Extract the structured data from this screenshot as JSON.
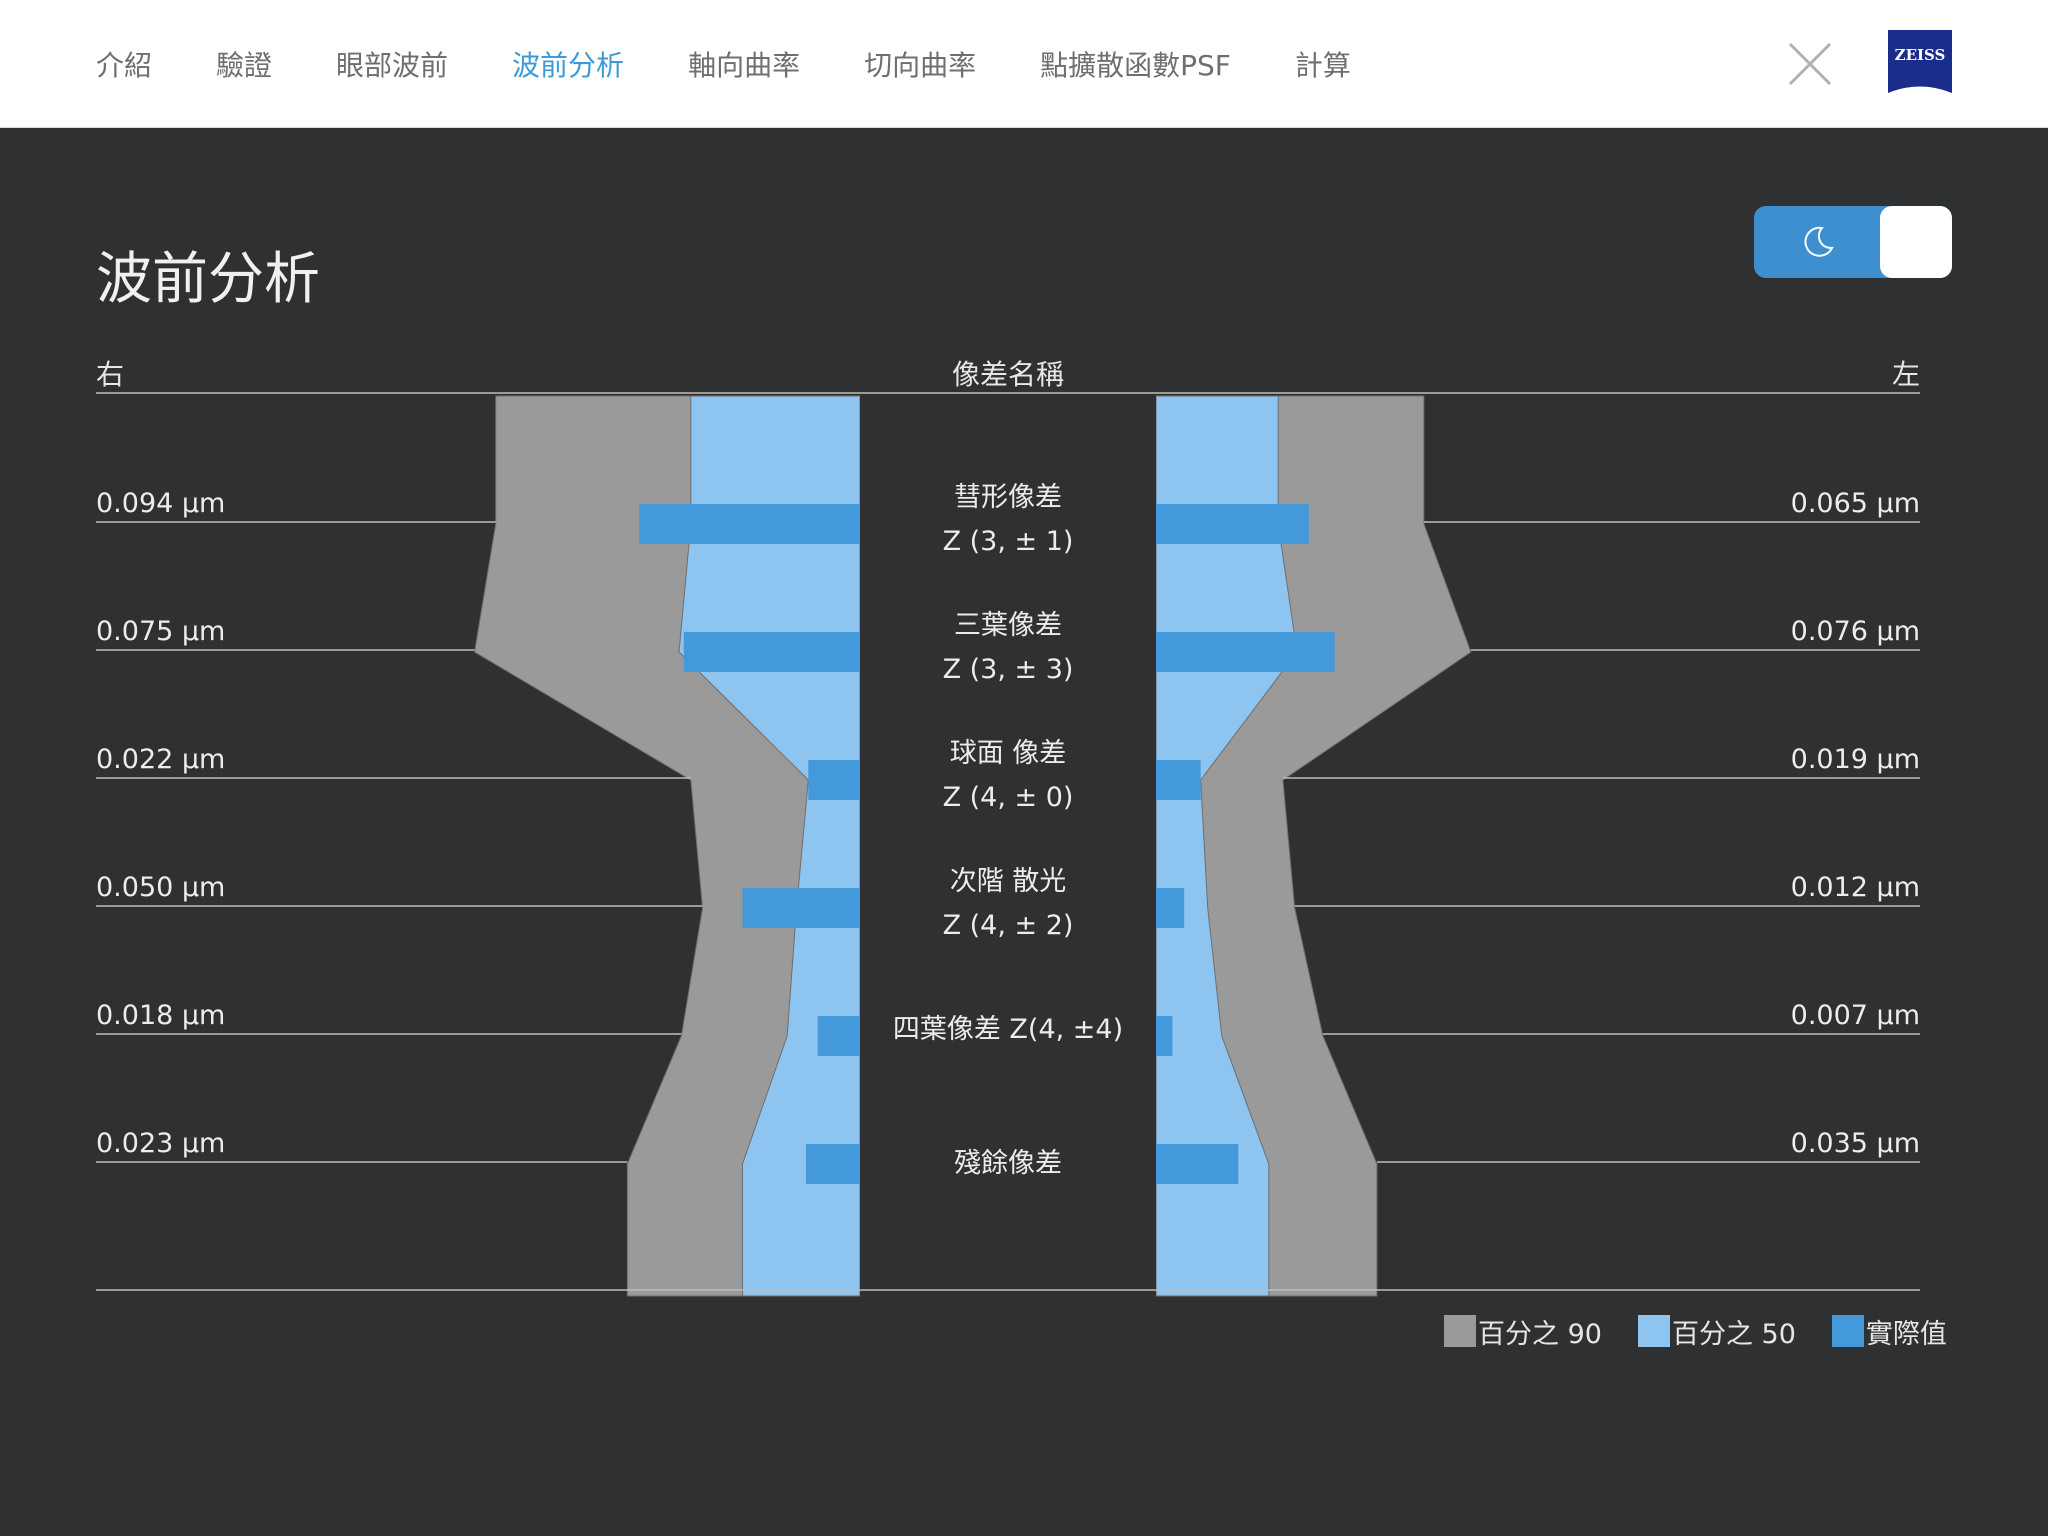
{
  "nav": {
    "tabs": [
      {
        "label": "介紹",
        "active": false
      },
      {
        "label": "驗證",
        "active": false
      },
      {
        "label": "眼部波前",
        "active": false
      },
      {
        "label": "波前分析",
        "active": true
      },
      {
        "label": "軸向曲率",
        "active": false
      },
      {
        "label": "切向曲率",
        "active": false
      },
      {
        "label": "點擴散函數PSF",
        "active": false
      },
      {
        "label": "計算",
        "active": false
      }
    ],
    "close_icon": "close-x-icon",
    "logo_text": "ZEISS"
  },
  "page": {
    "title": "波前分析",
    "theme_toggle_icon": "moon-icon"
  },
  "colors": {
    "accent": "#3d9ad8",
    "p90": "#9a9a9a",
    "p50": "#8ec4f0",
    "actual": "#4499db",
    "background": "#2f3032"
  },
  "chart_data": {
    "type": "bar",
    "orientation": "horizontal-butterfly",
    "unit": "µm",
    "header": {
      "right_label": "右",
      "center_label": "像差名稱",
      "left_label": "左"
    },
    "categories": [
      [
        "彗形像差",
        "Z (3, ± 1)"
      ],
      [
        "三葉像差",
        "Z (3, ± 3)"
      ],
      [
        "球面 像差",
        "Z (4, ± 0)"
      ],
      [
        "次階 散光",
        "Z (4, ± 2)"
      ],
      [
        "四葉像差 Z(4, ±4)"
      ],
      [
        "殘餘像差"
      ]
    ],
    "right_eye": {
      "value_labels": [
        "0.094 µm",
        "0.075 µm",
        "0.022 µm",
        "0.050 µm",
        "0.018 µm",
        "0.023 µm"
      ],
      "actual": [
        0.094,
        0.075,
        0.022,
        0.05,
        0.018,
        0.023
      ],
      "p50": [
        0.072,
        0.077,
        0.022,
        0.027,
        0.031,
        0.05
      ],
      "p90": [
        0.155,
        0.164,
        0.072,
        0.067,
        0.076,
        0.099
      ]
    },
    "left_eye": {
      "value_labels": [
        "0.065 µm",
        "0.076 µm",
        "0.019 µm",
        "0.012 µm",
        "0.007 µm",
        "0.035 µm"
      ],
      "actual": [
        0.065,
        0.076,
        0.019,
        0.012,
        0.007,
        0.035
      ],
      "p50": [
        0.052,
        0.06,
        0.019,
        0.022,
        0.028,
        0.048
      ],
      "p90": [
        0.114,
        0.134,
        0.054,
        0.059,
        0.071,
        0.094
      ]
    },
    "legend": [
      {
        "key": "p90",
        "label": "百分之 90"
      },
      {
        "key": "p50",
        "label": "百分之 50"
      },
      {
        "key": "actual",
        "label": "實際值"
      }
    ],
    "grid": true
  }
}
